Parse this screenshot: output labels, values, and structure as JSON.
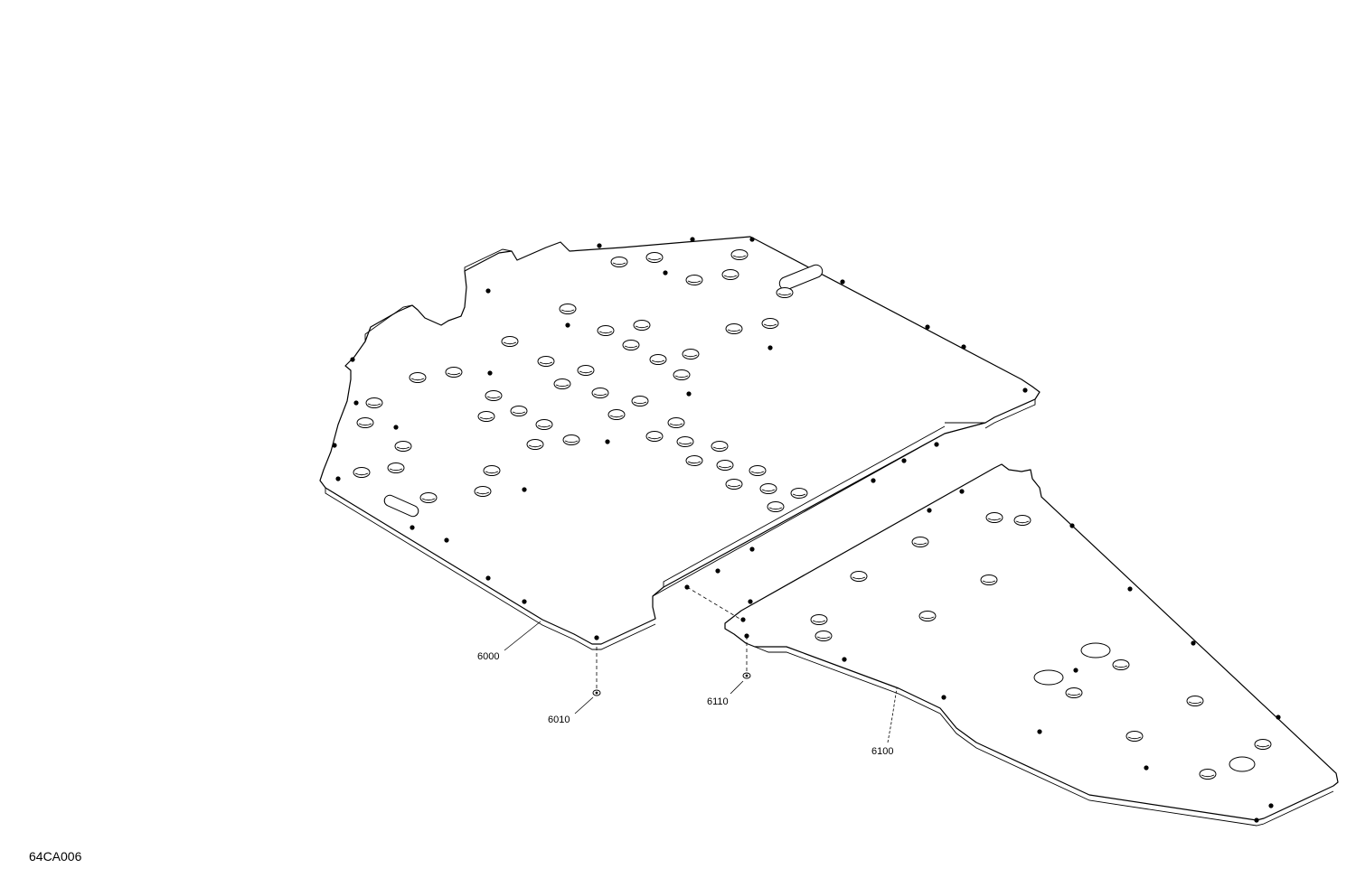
{
  "diagram": {
    "reference_code": "64CA006",
    "callouts": {
      "front_skid_plate": "6000",
      "front_fastener": "6010",
      "rear_skid_plate": "6100",
      "rear_fastener": "6110"
    }
  }
}
